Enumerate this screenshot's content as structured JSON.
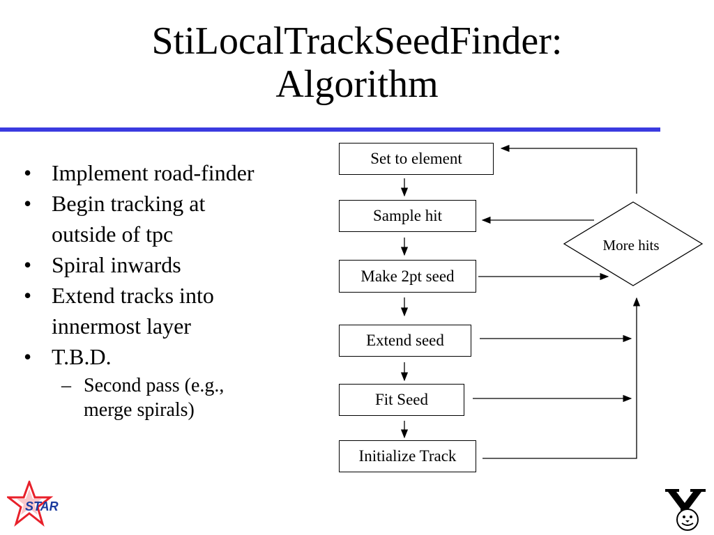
{
  "slide": {
    "title_lines": [
      "StiLocalTrackSeedFinder:",
      "Algorithm"
    ],
    "bullets": [
      {
        "lines": [
          "Implement road-finder"
        ]
      },
      {
        "lines": [
          "Begin tracking at",
          "outside of tpc"
        ]
      },
      {
        "lines": [
          "Spiral inwards"
        ]
      },
      {
        "lines": [
          "Extend tracks into",
          "innermost layer"
        ]
      },
      {
        "lines": [
          "T.B.D."
        ]
      }
    ],
    "sub_bullet": {
      "lines": [
        "Second pass (e.g.,",
        "merge spirals)"
      ]
    },
    "bullet_symbol": "•",
    "sub_symbol": "–"
  },
  "flow": {
    "steps": [
      "Set to element",
      "Sample hit",
      "Make 2pt seed",
      "Extend seed",
      "Fit Seed",
      "Initialize Track"
    ],
    "decision": "More hits"
  },
  "logos": {
    "star_text": "STAR",
    "accent_color": "#3a3ae0",
    "star_color": "#e8202a"
  }
}
